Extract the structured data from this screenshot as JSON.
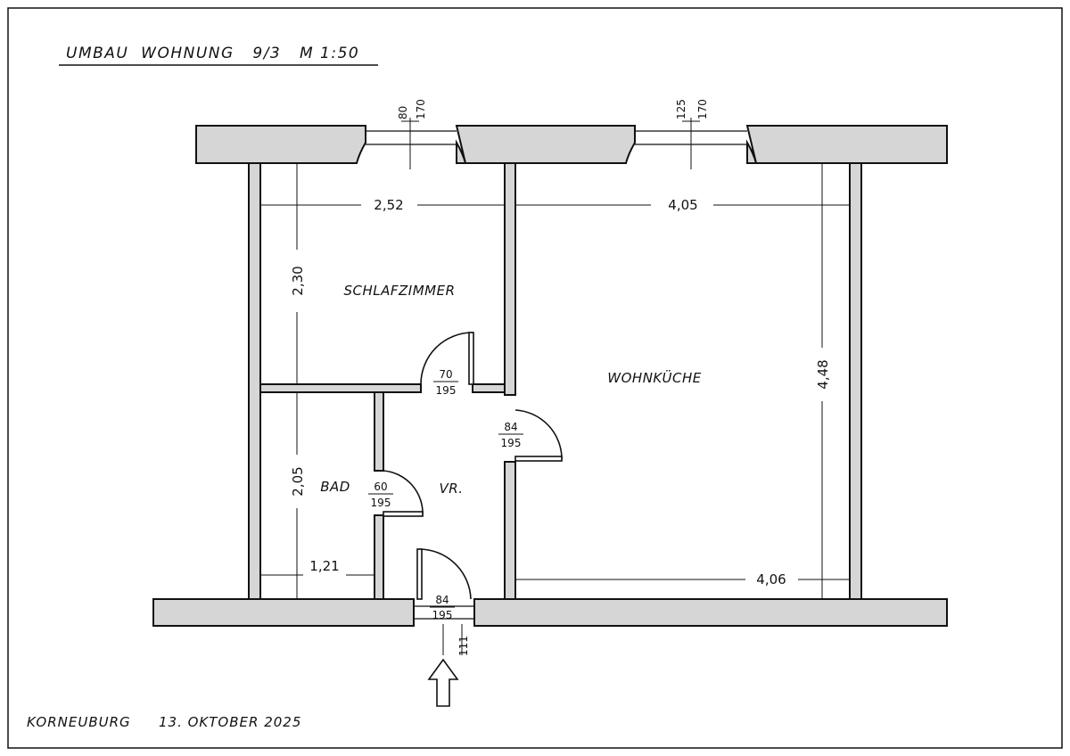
{
  "title": "UMBAU  WOHNUNG   9/3   M 1:50",
  "footer": {
    "place": "KORNEUBURG",
    "date": "13. OKTOBER 2025"
  },
  "rooms": {
    "schlafzimmer": "SCHLAFZIMMER",
    "wohnkueche": "WOHNKÜCHE",
    "bad": "BAD",
    "vorraum": "VR."
  },
  "dimensions": {
    "schlaf_width": "2,52",
    "wohn_width_top": "4,05",
    "wohn_width_bottom": "4,06",
    "schlaf_depth": "2,30",
    "wohn_depth": "4,48",
    "bad_depth": "2,05",
    "bad_width": "1,21"
  },
  "windows": {
    "w1_width": "80",
    "w1_height": "170",
    "w2_width": "125",
    "w2_height": "170"
  },
  "doors": {
    "schlaf_width": "70",
    "schlaf_height": "195",
    "wohn_width": "84",
    "wohn_height": "195",
    "bad_width": "60",
    "bad_height": "195",
    "entry_width": "84",
    "entry_height": "195",
    "entry_sill": "111"
  },
  "colors": {
    "wall_fill": "#d6d6d6",
    "line": "#111111"
  }
}
